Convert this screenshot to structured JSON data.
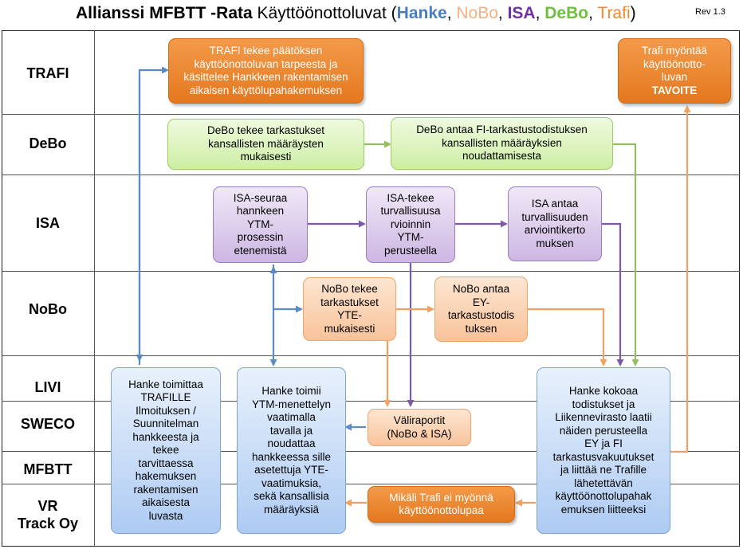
{
  "title": {
    "prefix": "Allianssi MFBTT -Rata",
    "main": " Käyttöönottoluvat (",
    "hanke": "Hanke",
    "sep1": ", ",
    "nobo": "NoBo",
    "sep2": ", ",
    "isa": "ISA",
    "sep3": ", ",
    "debo": "DeBo",
    "sep4": ", ",
    "trafi": "Trafi",
    "suffix": ")"
  },
  "revision": "Rev 1.3",
  "colors": {
    "hanke": "#4a7ebb",
    "nobo": "#f4b183",
    "isa": "#7030a0",
    "debo": "#70c040",
    "trafi": "#f08a30",
    "arrow_blue": "#5b8ac6",
    "arrow_purple": "#7d5aa6",
    "arrow_orange": "#f0a060",
    "arrow_green": "#92c060"
  },
  "lanes": [
    "TRAFI",
    "DeBo",
    "ISA",
    "NoBo",
    "LIVI",
    "SWECO",
    "MFBTT",
    "VR\nTrack Oy"
  ],
  "boxes": {
    "trafi_decision": "TRAFI tekee päätöksen\nkäyttöönottoluvan tarpeesta ja\nkäsittelee Hankkeen rakentamisen\naikaisen käyttölupahakemuksen",
    "trafi_grant": "Trafi myöntää\nkäyttöönotto-\nluvan",
    "trafi_goal": "TAVOITE",
    "debo_inspect": "DeBo tekee tarkastukset\nkansallisten määräysten\nmukaisesti",
    "debo_certify": "DeBo antaa FI-tarkastustodistuksen\nkansallisten määräyksien\nnoudattamisesta",
    "isa_follow": "ISA-seuraa\nhannkeen\nYTM-\nprosessin\netenemistä",
    "isa_review": "ISA-tekee\nturvallisuusa\nrvioinnin\nYTM-\nperusteella",
    "isa_assess": "ISA antaa\nturvallisuuden\narviointikerto\nmuksen",
    "nobo_inspect": "NoBo tekee\ntarkastukset\nYTE-\nmukaisesti",
    "nobo_certify": "NoBo antaa\nEY-\ntarkastustodis\ntuksen",
    "interim": "Väliraportit\n(NoBo & ISA)",
    "hanke_deliver": "Hanke toimittaa\nTRAFILLE\nIlmoituksen /\nSuunnitelman\nhankkeesta ja\ntekee\ntarvittaessa\nhakemuksen\nrakentamisen\naikaisesta\nluvasta",
    "hanke_act": "Hanke toimii\nYTM-menettelyn\nvaatimalla\ntavalla ja\nnoudattaa\nhankkeessa sille\nasetettuja YTE-\nvaatimuksia,\nsekä kansallisia\nmääräyksiä",
    "hanke_collect": "Hanke kokoaa\ntodistukset ja\nLiikennevirasto laatii\nnäiden perusteella\nEY ja FI\ntarkastusvakuutukset\nja liittää ne Trafille\nlähetettävän\nkäyttöönottolupahak\nemuksen liitteeksi",
    "trafi_deny": "Mikäli Trafi ei myönnä\nkäyttöönottolupaa"
  }
}
